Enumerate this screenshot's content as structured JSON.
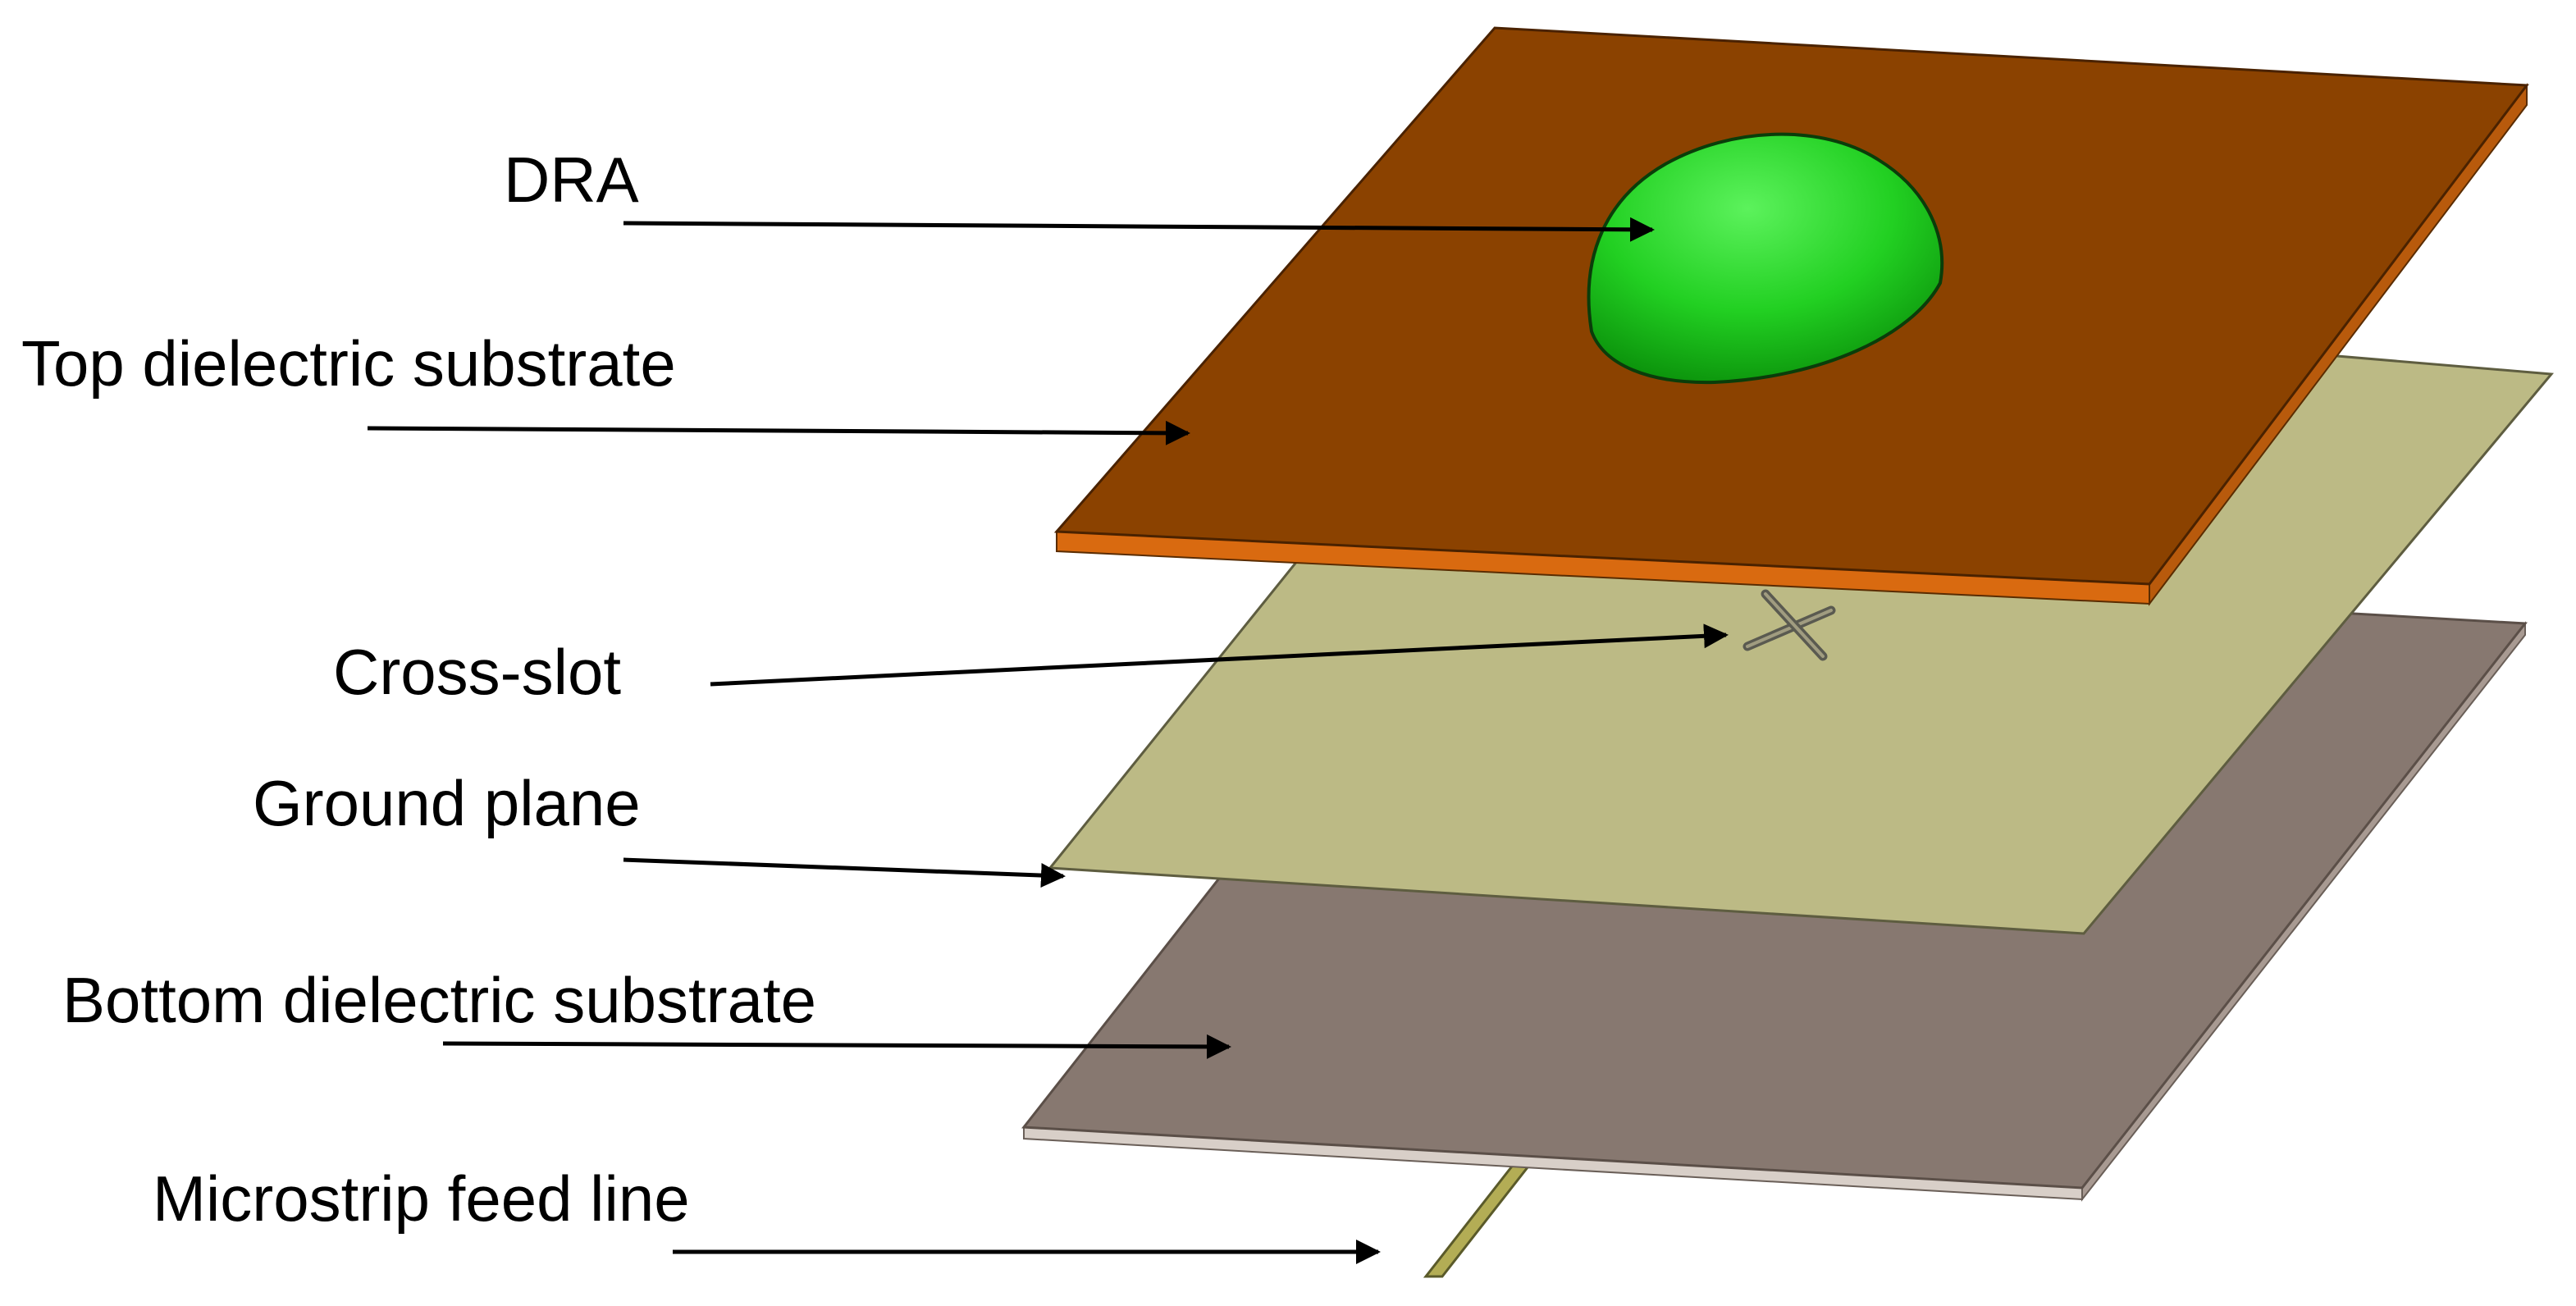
{
  "labels": {
    "dra": "DRA",
    "top_substrate": "Top dielectric substrate",
    "cross_slot": "Cross-slot",
    "ground_plane": "Ground plane",
    "bottom_substrate": "Bottom dielectric substrate",
    "feed_line": "Microstrip feed line"
  },
  "colors": {
    "top_substrate_face": "#8b4200",
    "top_substrate_edge": "#d96a10",
    "dra_green": "#22d022",
    "ground_plane": "#bcba85",
    "bottom_substrate": "#877870",
    "bottom_substrate_edge": "#d8cfc8",
    "feed_line": "#b3ad55",
    "arrow": "#000000"
  }
}
